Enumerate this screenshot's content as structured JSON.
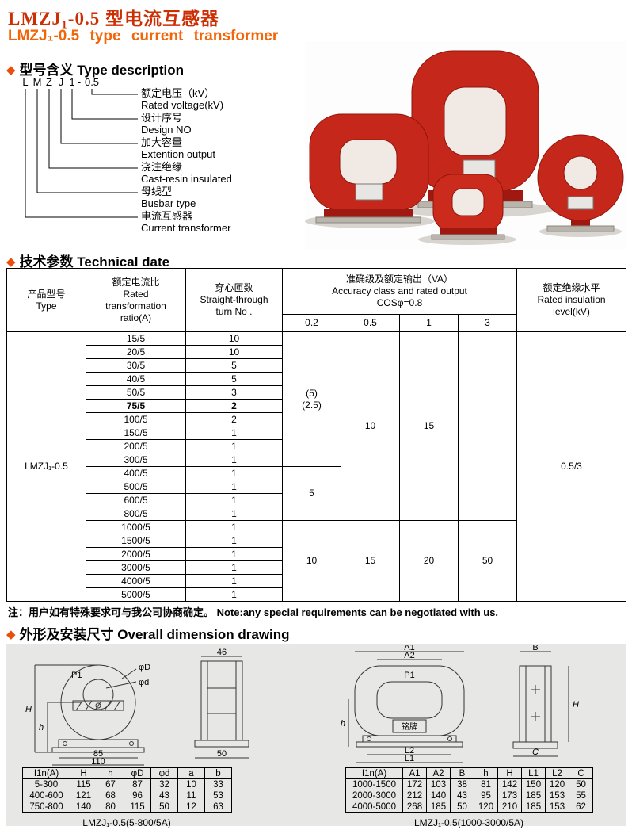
{
  "header": {
    "title_cn": "LMZJ₁-0.5 型电流互感器",
    "title_en": "LMZJ₁-0.5 type current transformer"
  },
  "sections": {
    "diamond": "◆",
    "type_desc": "型号含义 Type description",
    "technical": "技术参数 Technical date",
    "dimension": "外形及安装尺寸 Overall dimension drawing"
  },
  "type_description": {
    "code_chars": [
      "L",
      "M",
      "Z",
      "J",
      "1",
      "-",
      "0.5"
    ],
    "labels": [
      {
        "cn": "额定电压（kV）",
        "en": "Rated voltage(kV)"
      },
      {
        "cn": "设计序号",
        "en": "Design NO"
      },
      {
        "cn": "加大容量",
        "en": "Extention output"
      },
      {
        "cn": "浇注绝缘",
        "en": "Cast-resin insulated"
      },
      {
        "cn": "母线型",
        "en": "Busbar type"
      },
      {
        "cn": "电流互感器",
        "en": "Current transformer"
      }
    ]
  },
  "technical_table": {
    "headers": {
      "type": "产品型号\nType",
      "ratio": "额定电流比\nRated\ntransformation\nratio(A)",
      "turns": "穿心匝数\nStraight-through\nturn No .",
      "accuracy_title": "准确级及额定输出（VA）\nAccuracy class and rated output\nCOSφ=0.8",
      "accuracy_cols": [
        "0.2",
        "0.5",
        "1",
        "3"
      ],
      "insulation": "额定绝缘水平\nRated insulation\nlevel(kV)"
    },
    "type_value": "LMZJ₁-0.5",
    "insulation_value": "0.5/3",
    "rows": [
      {
        "ratio": "15/5",
        "turns": "10"
      },
      {
        "ratio": "20/5",
        "turns": "10"
      },
      {
        "ratio": "30/5",
        "turns": "5"
      },
      {
        "ratio": "40/5",
        "turns": "5"
      },
      {
        "ratio": "50/5",
        "turns": "3"
      },
      {
        "ratio": "75/5",
        "turns": "2"
      },
      {
        "ratio": "100/5",
        "turns": "2"
      },
      {
        "ratio": "150/5",
        "turns": "1"
      },
      {
        "ratio": "200/5",
        "turns": "1"
      },
      {
        "ratio": "300/5",
        "turns": "1"
      },
      {
        "ratio": "400/5",
        "turns": "1"
      },
      {
        "ratio": "500/5",
        "turns": "1"
      },
      {
        "ratio": "600/5",
        "turns": "1"
      },
      {
        "ratio": "800/5",
        "turns": "1"
      },
      {
        "ratio": "1000/5",
        "turns": "1"
      },
      {
        "ratio": "1500/5",
        "turns": "1"
      },
      {
        "ratio": "2000/5",
        "turns": "1"
      },
      {
        "ratio": "3000/5",
        "turns": "1"
      },
      {
        "ratio": "4000/5",
        "turns": "1"
      },
      {
        "ratio": "5000/5",
        "turns": "1"
      }
    ],
    "accuracy_cells": {
      "block1_02": "(5)\n(2.5)",
      "block1_05": "10",
      "block1_1": "15",
      "block2_02": "5",
      "block3_02": "10",
      "block3_05": "15",
      "block3_1": "20",
      "block3_3": "50"
    }
  },
  "note": "注：用户如有特殊要求可与我公司协商确定。 Note:any special requirements can be negotiated with us.",
  "drawings": {
    "left": {
      "p1": "P1",
      "phi_D": "φD",
      "phi_d": "φd",
      "H": "H",
      "h": "h",
      "d85": "85",
      "d110": "110",
      "d46": "46",
      "d50": "50"
    },
    "right": {
      "A1": "A1",
      "A2": "A2",
      "p1": "P1",
      "nameplate": "铭牌",
      "h": "h",
      "L2": "L2",
      "L1": "L1",
      "B": "B",
      "H": "H",
      "C": "C"
    }
  },
  "dim_left": {
    "headers": [
      "I1n(A)",
      "H",
      "h",
      "φD",
      "φd",
      "a",
      "b"
    ],
    "rows": [
      [
        "5-300",
        "115",
        "67",
        "87",
        "32",
        "10",
        "33"
      ],
      [
        "400-600",
        "121",
        "68",
        "96",
        "43",
        "11",
        "53"
      ],
      [
        "750-800",
        "140",
        "80",
        "115",
        "50",
        "12",
        "63"
      ]
    ],
    "caption": "LMZJ₁-0.5(5-800/5A)"
  },
  "dim_right": {
    "headers": [
      "I1n(A)",
      "A1",
      "A2",
      "B",
      "h",
      "H",
      "L1",
      "L2",
      "C"
    ],
    "rows": [
      [
        "1000-1500",
        "172",
        "103",
        "38",
        "81",
        "142",
        "150",
        "120",
        "50"
      ],
      [
        "2000-3000",
        "212",
        "140",
        "43",
        "95",
        "173",
        "185",
        "153",
        "55"
      ],
      [
        "4000-5000",
        "268",
        "185",
        "50",
        "120",
        "210",
        "185",
        "153",
        "62"
      ]
    ],
    "caption": "LMZJ₁-0.5(1000-3000/5A)"
  }
}
